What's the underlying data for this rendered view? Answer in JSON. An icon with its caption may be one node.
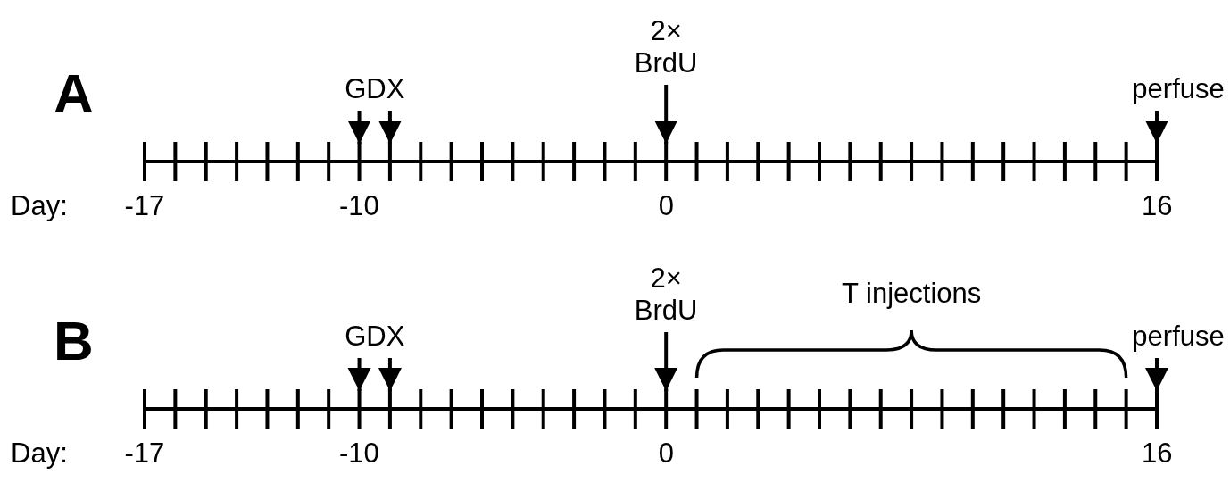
{
  "diagram": {
    "nodes": [
      {
        "text": [
          "GDX"
        ]
      },
      {
        "text": [
          "2× BrdU"
        ]
      },
      {
        "text": [
          "perfuse"
        ]
      },
      {
        "text": [
          "GDX"
        ]
      },
      {
        "text": [
          "2× BrdU"
        ]
      },
      {
        "text": [
          "perfuse"
        ]
      }
    ],
    "edges": [
      {
        "from": 0,
        "to": null,
        "arrow": "to"
      },
      {
        "from": 0,
        "to": null,
        "arrow": "to"
      },
      {
        "from": 1,
        "to": null,
        "arrow": "to"
      },
      {
        "from": 2,
        "to": null,
        "arrow": "to"
      },
      {
        "from": 3,
        "to": null,
        "arrow": "to"
      },
      {
        "from": 3,
        "to": null,
        "arrow": "to"
      },
      {
        "from": 4,
        "to": null,
        "arrow": "to"
      },
      {
        "from": 5,
        "to": null,
        "arrow": "to"
      }
    ],
    "labels": [
      "A",
      "Day:",
      "-17",
      "-10",
      "0",
      "16",
      "B",
      "T injections",
      "Day:",
      "-17",
      "-10",
      "0",
      "16"
    ]
  }
}
